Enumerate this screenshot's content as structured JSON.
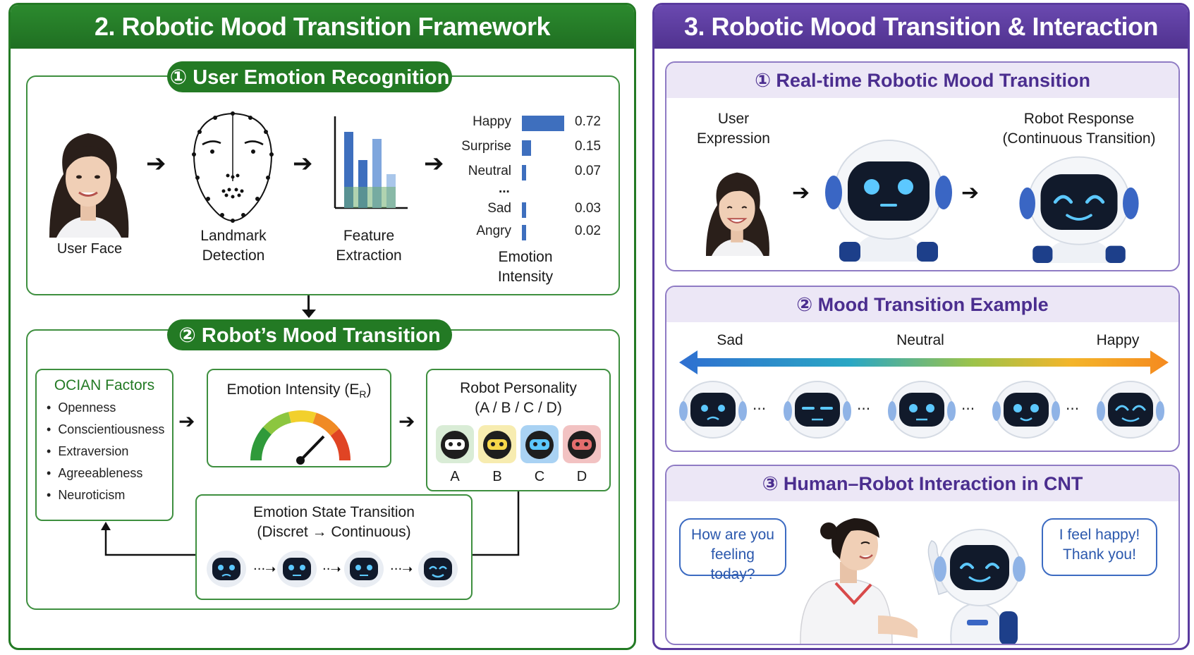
{
  "left_panel": {
    "title": "2. Robotic Mood Transition Framework",
    "step1": {
      "title": "① User Emotion Recognition",
      "user_face": "User Face",
      "landmark": [
        "Landmark",
        "Detection"
      ],
      "feature": [
        "Feature",
        "Extraction"
      ],
      "emotions": [
        {
          "label": "Happy",
          "value": "0.72",
          "fraction": 0.72
        },
        {
          "label": "Surprise",
          "value": "0.15",
          "fraction": 0.15
        },
        {
          "label": "Neutral",
          "value": "0.07",
          "fraction": 0.07
        },
        {
          "label": "Sad",
          "value": "0.03",
          "fraction": 0.03
        },
        {
          "label": "Angry",
          "value": "0.02",
          "fraction": 0.02
        }
      ],
      "ellipsis": "...",
      "intensity": [
        "Emotion",
        "Intensity"
      ]
    },
    "step2": {
      "title": "② Robot’s Mood Transition",
      "ocian_title": "OCIAN Factors",
      "ocian_items": [
        "Openness",
        "Conscientiousness",
        "Extraversion",
        "Agreeableness",
        "Neuroticism"
      ],
      "intensity_title": "Emotion Intensity (E",
      "intensity_sub": "R",
      "intensity_close": ")",
      "personality_title": [
        "Robot Personality",
        "(A / B / C / D)"
      ],
      "personalities": [
        "A",
        "B",
        "C",
        "D"
      ],
      "state_title": [
        "Emotion State Transition",
        "(Discret → Continuous)"
      ]
    }
  },
  "right_panel": {
    "title": "3. Robotic Mood Transition & Interaction",
    "sec1": {
      "title": "① Real-time Robotic Mood Transition",
      "user_expr": [
        "User",
        "Expression"
      ],
      "robot_resp": [
        "Robot Response",
        "(Continuous Transition)"
      ]
    },
    "sec2": {
      "title": "② Mood Transition Example",
      "labels": [
        "Sad",
        "Neutral",
        "Happy"
      ]
    },
    "sec3": {
      "title": "③ Human–Robot Interaction in CNT",
      "bubble_left": [
        "How are you",
        "feeling today?"
      ],
      "bubble_right": [
        "I feel happy!",
        "Thank you!"
      ]
    }
  },
  "colors": {
    "green": "#237a24",
    "purple": "#5a3b9e",
    "bar_blue": "#3e6fbe",
    "robot_eye": "#5cc8ff"
  }
}
